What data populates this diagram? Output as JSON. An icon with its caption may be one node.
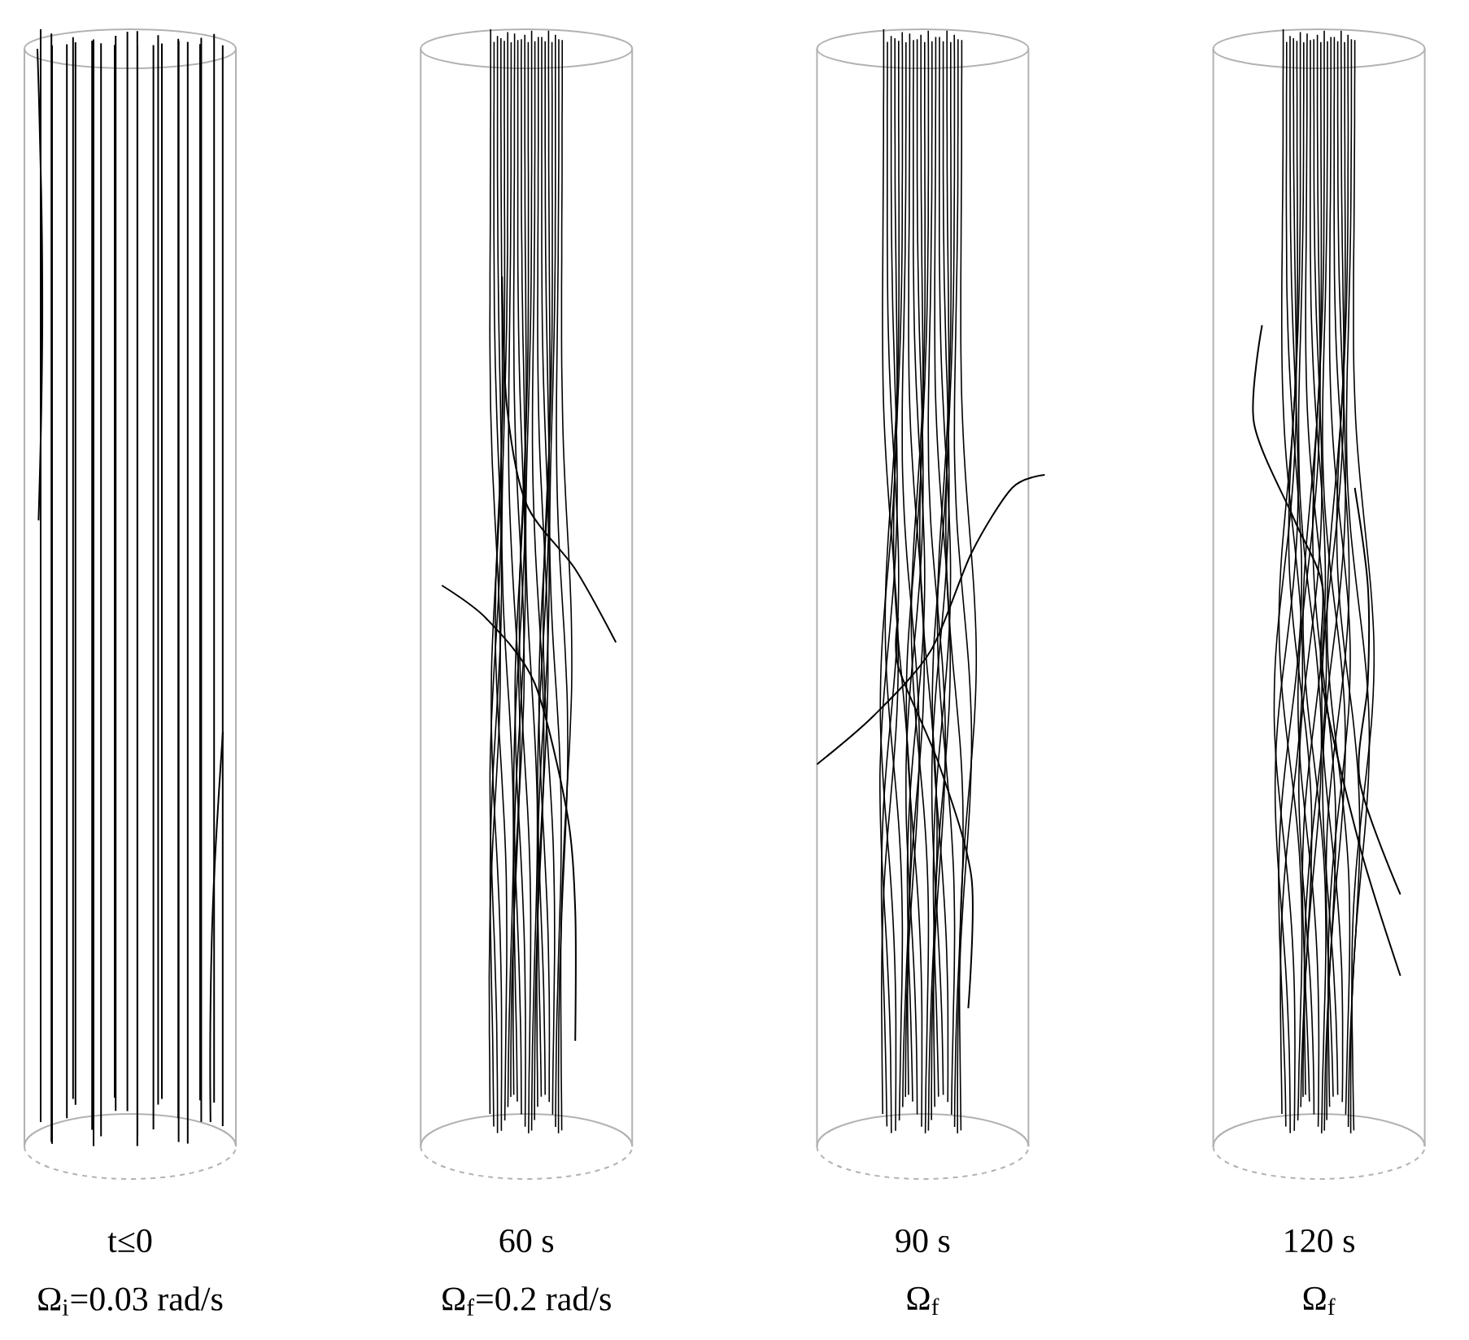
{
  "diagram": {
    "labels": [
      "t≤0",
      "60 s",
      "90 s",
      "120 s",
      "Ω$_{i}$=0.03 rad/s",
      "Ω$_{f}$=0.2 rad/s",
      "Ω$_{f}$",
      "Ω$_{f}$"
    ]
  }
}
